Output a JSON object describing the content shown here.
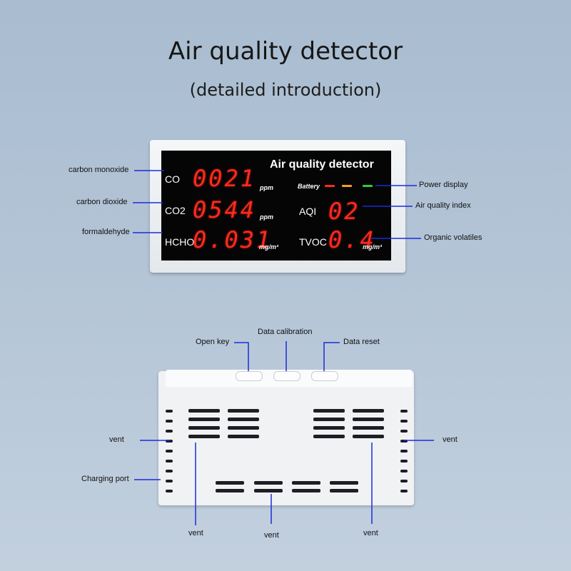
{
  "title": "Air quality detector",
  "subtitle": "(detailed introduction)",
  "front": {
    "screen_title": "Air quality detector",
    "co": {
      "label": "CO",
      "value": "0021",
      "unit": "ppm"
    },
    "co2": {
      "label": "CO2",
      "value": "0544",
      "unit": "ppm"
    },
    "hcho": {
      "label": "HCHO",
      "value": "0.031",
      "unit": "mg/m³"
    },
    "battery_label": "Battery",
    "aqi": {
      "label": "AQI",
      "value": "02"
    },
    "tvoc": {
      "label": "TVOC",
      "value": "0.4",
      "unit": "mg/m³"
    },
    "battery_led_colors": [
      "#ff2a1e",
      "#ff9a1e",
      "#2ecc40"
    ]
  },
  "callouts": {
    "carbon_monoxide": "carbon monoxide",
    "carbon_dioxide": "carbon dioxide",
    "formaldehyde": "formaldehyde",
    "power_display": "Power display",
    "air_quality_index": "Air quality index",
    "organic_volatiles": "Organic volatiles",
    "open_key": "Open key",
    "data_calibration": "Data calibration",
    "data_reset": "Data reset",
    "vent_left": "vent",
    "charging_port": "Charging port",
    "vent_right": "vent",
    "vent_bottom_left": "vent",
    "vent_bottom_center": "vent",
    "vent_bottom_right": "vent"
  },
  "colors": {
    "callout_line": "#1a2dd8",
    "digit_red": "#ff2a1e"
  }
}
